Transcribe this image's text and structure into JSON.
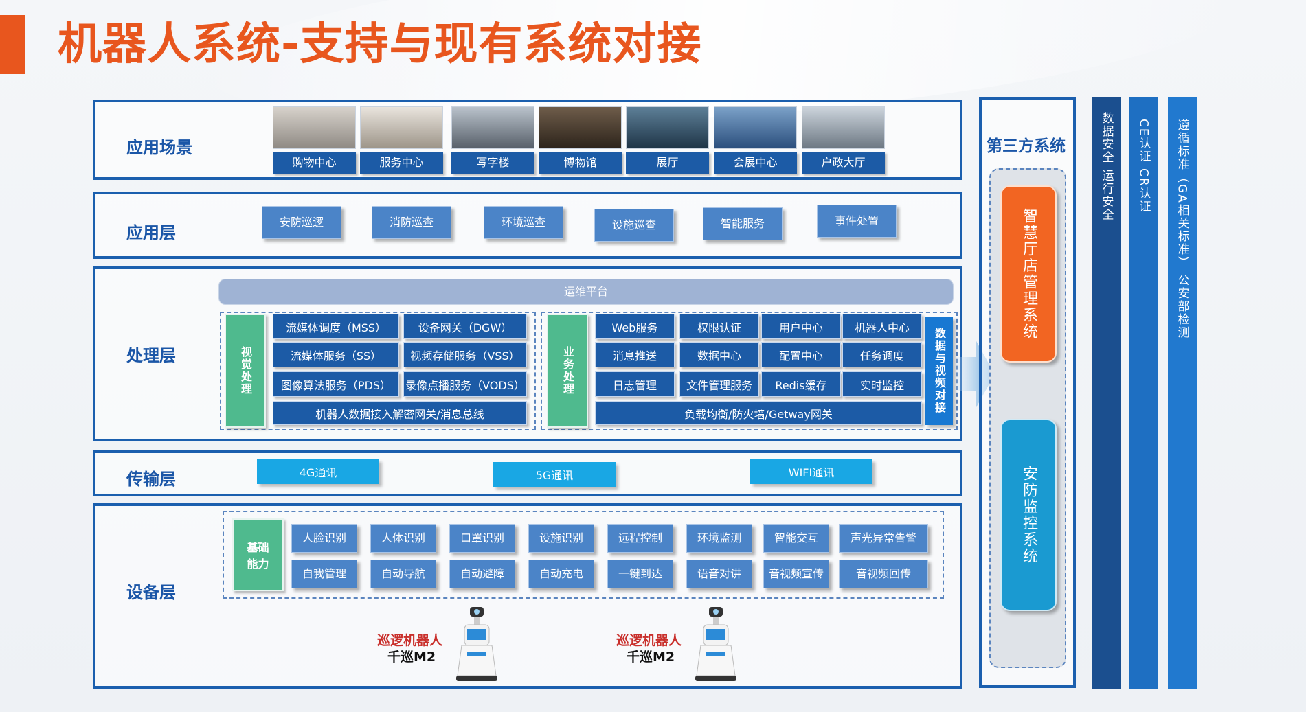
{
  "title": "机器人系统-支持与现有系统对接",
  "layers": {
    "scene": "应用场景",
    "app": "应用层",
    "proc": "处理层",
    "trans": "传输层",
    "device": "设备层"
  },
  "scenes": [
    {
      "label": "购物中心"
    },
    {
      "label": "服务中心"
    },
    {
      "label": "写字楼"
    },
    {
      "label": "博物馆"
    },
    {
      "label": "展厅"
    },
    {
      "label": "会展中心"
    },
    {
      "label": "户政大厅"
    }
  ],
  "app_items": [
    "安防巡逻",
    "消防巡查",
    "环境巡查",
    "设施巡查",
    "智能服务",
    "事件处置"
  ],
  "processing": {
    "ops_platform": "运维平台",
    "vision_title": "视觉处理",
    "vision_items": [
      "流媒体调度（MSS）",
      "设备网关（DGW）",
      "流媒体服务（SS）",
      "视频存储服务（VSS）",
      "图像算法服务（PDS）",
      "录像点播服务（VODS）"
    ],
    "vision_bottom": "机器人数据接入解密网关/消息总线",
    "biz_title": "业务处理",
    "biz_items": [
      "Web服务",
      "权限认证",
      "用户中心",
      "机器人中心",
      "消息推送",
      "数据中心",
      "配置中心",
      "任务调度",
      "日志管理",
      "文件管理服务",
      "Redis缓存",
      "实时监控"
    ],
    "biz_bottom": "负载均衡/防火墙/Getway网关",
    "data_dock": "数据与视频对接"
  },
  "transport": [
    "4G通讯",
    "5G通讯",
    "WIFI通讯"
  ],
  "device": {
    "basic": "基础能力",
    "row1": [
      "人脸识别",
      "人体识别",
      "口罩识别",
      "设施识别",
      "远程控制",
      "环境监测",
      "智能交互",
      "声光异常告警"
    ],
    "row2": [
      "自我管理",
      "自动导航",
      "自动避障",
      "自动充电",
      "一键到达",
      "语音对讲",
      "音视频宣传",
      "音视频回传"
    ],
    "robots": [
      {
        "line1": "巡逻机器人",
        "line2": "千巡M2"
      },
      {
        "line1": "巡逻机器人",
        "line2": "千巡M2"
      }
    ]
  },
  "third_party": {
    "title": "第三方系统",
    "sys1": "智慧厅店管理系统",
    "sys2": "安防监控系统"
  },
  "columns": [
    "数据安全  运行安全",
    "CE认证  CR认证",
    "遵循标准（GA相关标准）  公安部检测"
  ],
  "colors": {
    "accent": "#e8561e",
    "primary": "#1b5fae",
    "button": "#4b84c8",
    "cyan": "#19a7e4",
    "green": "#4fba8e",
    "orange": "#f26522",
    "teal": "#1a9ad1"
  }
}
